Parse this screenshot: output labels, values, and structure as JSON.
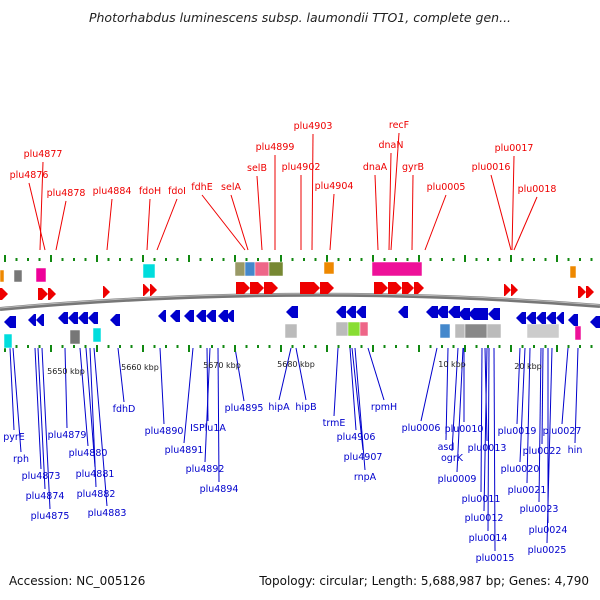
{
  "title": "Photorhabdus luminescens subsp. laumondii TTO1, complete gen...",
  "footer": {
    "accession": "Accession: NC_005126",
    "summary": "Topology: circular; Length: 5,688,987 bp; Genes: 4,790"
  },
  "colors": {
    "forward": "#ee0000",
    "reverse": "#0000cc",
    "backbone": "#777777",
    "tick": "#118811"
  },
  "scale_labels": [
    "5650 kbp",
    "5660 kbp",
    "5670 kbp",
    "5680 kbp",
    "10 kbp",
    "20 kbp"
  ],
  "top_genes": [
    "plu4877",
    "plu4876",
    "plu4878",
    "plu4884",
    "fdoH",
    "fdoI",
    "fdhE",
    "selA",
    "selB",
    "plu4899",
    "plu4903",
    "plu4902",
    "plu4904",
    "recF",
    "dnaN",
    "dnaA",
    "gyrB",
    "plu0005",
    "plu0017",
    "plu0016",
    "plu0018"
  ],
  "bottom_genes": [
    "pyrE",
    "rph",
    "plu4879",
    "plu4880",
    "plu4873",
    "plu4874",
    "plu4875",
    "plu4881",
    "plu4882",
    "plu4883",
    "fdhD",
    "plu4890",
    "plu4891",
    "ISPlu1A",
    "plu4892",
    "plu4894",
    "plu4895",
    "hipA",
    "hipB",
    "trmE",
    "plu4906",
    "plu4907",
    "rnpA",
    "rpmH",
    "plu0006",
    "asd",
    "ogrK",
    "plu0010",
    "plu0009",
    "plu0013",
    "plu0011",
    "plu0012",
    "plu0014",
    "plu0015",
    "plu0019",
    "plu0022",
    "plu0020",
    "plu0021",
    "plu0023",
    "plu0024",
    "plu0025",
    "plu0027",
    "hin"
  ]
}
